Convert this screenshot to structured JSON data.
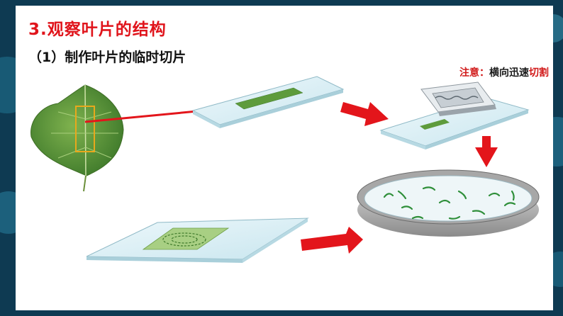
{
  "slide": {
    "title": "3.观察叶片的结构",
    "subtitle": "（1）制作叶片的临时切片",
    "note": {
      "label": "注意：",
      "body": "横向迅速",
      "highlight": "切割"
    }
  },
  "colors": {
    "title": "#e0141b",
    "arrow": "#e3151b",
    "leaf": "#5e9b3c",
    "slide_glass": "#d9eef4",
    "background": "#0e3a52"
  },
  "icons": [
    "leaf-illustration",
    "glass-slide",
    "razor-blade",
    "petri-dish",
    "arrow-right",
    "arrow-down",
    "arrow-left"
  ]
}
